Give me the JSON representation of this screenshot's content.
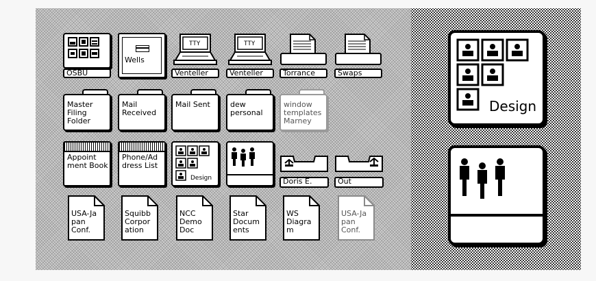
{
  "desktop": {
    "row1": [
      {
        "label": "OSBU"
      },
      {
        "label": "Wells"
      },
      {
        "label": "Venteller",
        "screen": "TTY"
      },
      {
        "label": "Venteller",
        "screen": "TTY"
      },
      {
        "label": "Torrance"
      },
      {
        "label": "Swaps"
      }
    ],
    "row2": [
      {
        "label": "Master Filing Folder"
      },
      {
        "label": "Mail Received"
      },
      {
        "label": "Mail Sent"
      },
      {
        "label": "dew personal"
      },
      {
        "label": "window templates Marney"
      }
    ],
    "row3": [
      {
        "label": "Appoint ment Book"
      },
      {
        "label": "Phone/Ad dress List"
      },
      {
        "label": "Design"
      },
      {
        "label": ""
      },
      {
        "label": "Doris E."
      },
      {
        "label": "Out"
      }
    ],
    "row4": [
      {
        "label": "USA-Ja pan Conf."
      },
      {
        "label": "Squibb Corpor ation"
      },
      {
        "label": "NCC Demo Doc"
      },
      {
        "label": "Star Docum ents"
      },
      {
        "label": "WS Diagra m"
      },
      {
        "label": "USA-Ja pan Conf."
      }
    ]
  },
  "zoom": {
    "group_icon_label": "Design"
  }
}
